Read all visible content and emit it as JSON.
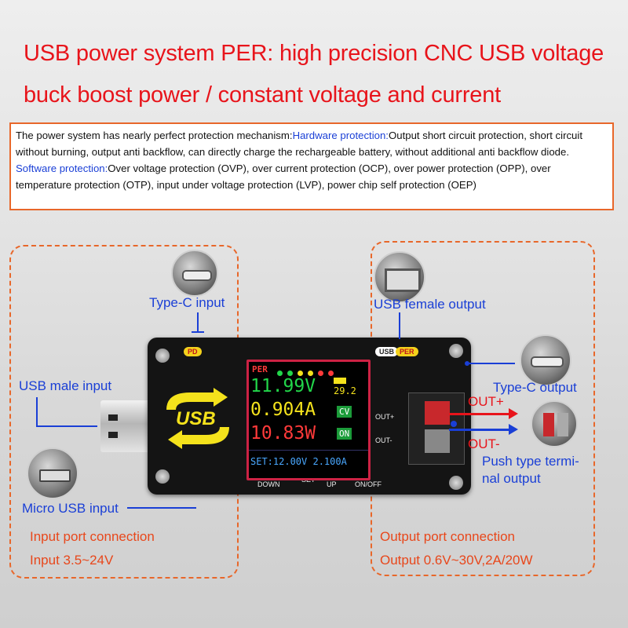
{
  "title": {
    "line1": "USB power system PER: high precision CNC USB voltage",
    "line2": "buck  boost power / constant voltage and current"
  },
  "description": {
    "intro": "The power system has nearly perfect protection mechanism:",
    "hw_label": "Hardware protection:",
    "hw_text": "Output short circuit protection, short circuit without burning, output anti backflow, can directly charge the rechargeable battery, without additional anti backflow diode.",
    "sw_label": "Software protection:",
    "sw_text": "Over voltage protection (OVP), over current protection (OCP), over power protection (OPP), over temperature protection (OTP), input under voltage protection (LVP), power chip self protection (OEP)"
  },
  "labels": {
    "typec_input": "Type-C input",
    "usb_male_input": "USB male input",
    "micro_usb_input": "Micro USB input",
    "usb_female_output": "USB female output",
    "typec_output": "Type-C output",
    "out_plus": "OUT+",
    "out_minus": "OUT-",
    "push_terminal_1": "Push type termi-",
    "push_terminal_2": "nal output"
  },
  "input_section": {
    "title": "Input port connection",
    "range": "Input 3.5~24V"
  },
  "output_section": {
    "title": "Output port connection",
    "range": "Output  0.6V~30V,2A/20W"
  },
  "device": {
    "pd_badge": "PD",
    "usb_badge": "USB",
    "per_badge": "PER",
    "logo": "USB",
    "btn_down": "DOWN",
    "btn_set": "SET",
    "btn_up": "UP",
    "btn_onoff": "ON/OFF",
    "port_out_plus": "OUT+",
    "port_out_minus": "OUT-",
    "screen": {
      "brand": "PER",
      "voltage": "11.99V",
      "current": "0.904A",
      "power": "10.83W",
      "temp": "29.2",
      "mode": "CV",
      "state": "ON",
      "set_line": "SET:12.00V 2.100A"
    }
  },
  "colors": {
    "title_red": "#e8141b",
    "accent_blue": "#1a3fd6",
    "dash_orange": "#e8672a",
    "screen_green": "#22d64a",
    "screen_yellow": "#f4e21c",
    "screen_red": "#ff3a3a",
    "screen_blue": "#4aa8ff"
  }
}
